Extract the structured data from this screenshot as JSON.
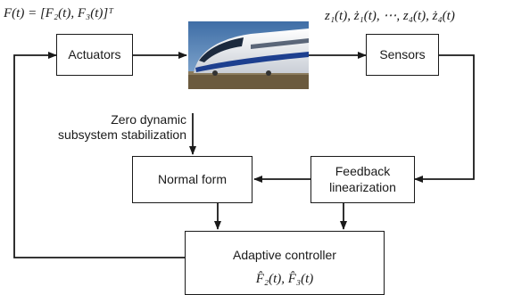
{
  "diagram": {
    "force_label": "F(t) = [F₂(t), F₃(t)]ᵀ",
    "states_label": "z₁(t), ż₁(t), ⋯, z₄(t), ż₄(t)",
    "actuators": "Actuators",
    "sensors": "Sensors",
    "zero_dynamic": {
      "line1": "Zero dynamic",
      "line2": "subsystem stabilization"
    },
    "normal_form": "Normal form",
    "feedback": {
      "line1": "Feedback",
      "line2": "linearization"
    },
    "adaptive": {
      "title": "Adaptive controller",
      "estimates": "F̂₂(t), F̂₃(t)"
    },
    "colors": {
      "line": "#1a1a1a",
      "sky": "#4f7db0",
      "train_body": "#eef0f2",
      "train_stripe": "#1d3f8f",
      "ground": "#6b5a3e"
    },
    "train_icon": "high-speed-train-photo-icon"
  }
}
